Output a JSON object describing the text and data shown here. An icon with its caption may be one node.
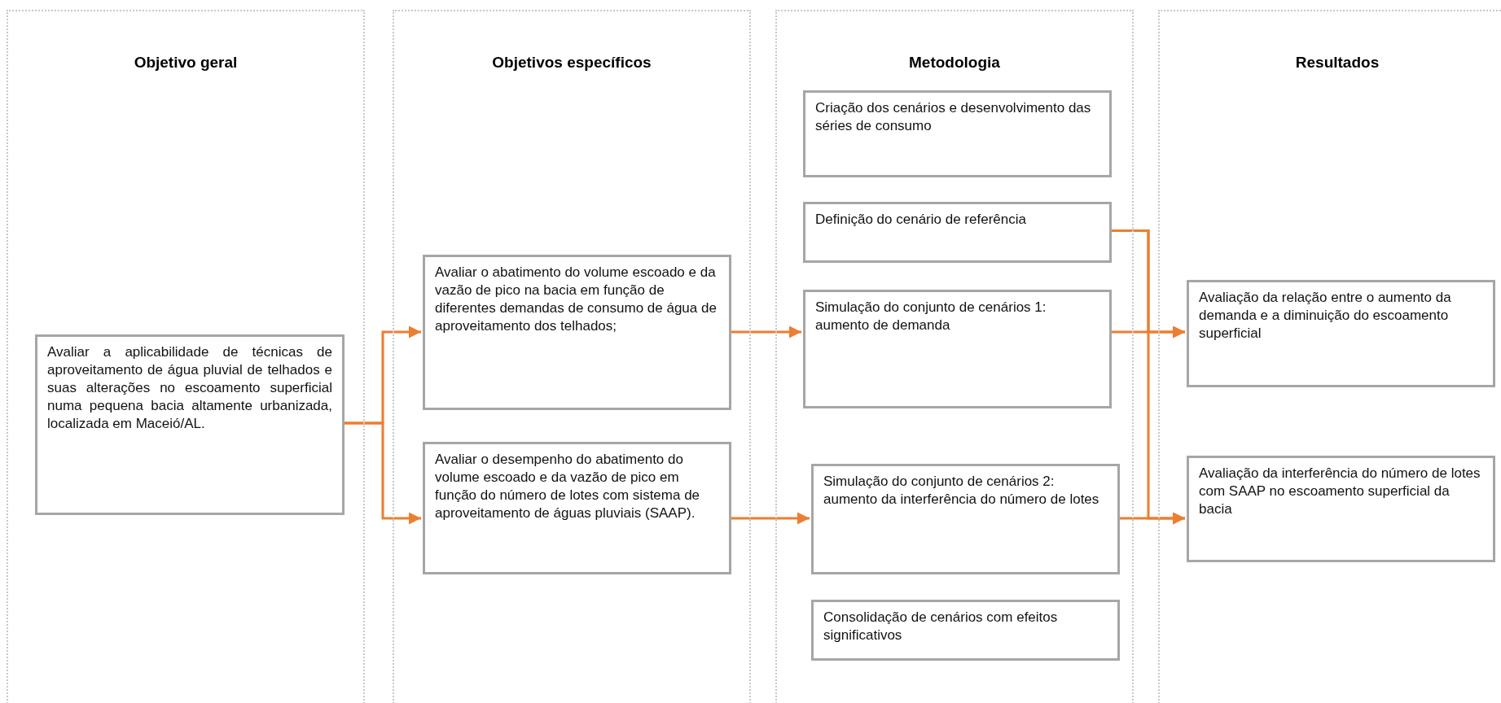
{
  "diagram": {
    "nodes": [
      {
        "text": [
          "Objetivo geral"
        ]
      },
      {
        "text": [
          "Objetivos específicos"
        ]
      },
      {
        "text": [
          "Metodologia"
        ]
      },
      {
        "text": [
          "Resultados"
        ]
      },
      {
        "text": [
          "Avaliar a aplicabilidade de técnicas de aproveitamento de água pluvial de telhados e suas alterações no escoamento superficial numa pequena bacia altamente urbanizada, localizada em Maceió/AL."
        ],
        "in": 0
      },
      {
        "text": [
          "Avaliar o abatimento do volume escoado e da vazão de pico na bacia em função de diferentes demandas de consumo de água de aproveitamento dos telhados;"
        ],
        "in": 1
      },
      {
        "text": [
          "Avaliar o desempenho do abatimento do volume escoado e da vazão de pico em função do número de lotes com sistema de aproveitamento de águas pluviais (SAAP)."
        ],
        "in": 1
      },
      {
        "text": [
          "Criação dos cenários e desenvolvimento das séries de consumo"
        ],
        "in": 2
      },
      {
        "text": [
          "Definição do cenário de referência"
        ],
        "in": 2
      },
      {
        "text": [
          "Simulação do conjunto de cenários 1: aumento de demanda"
        ],
        "in": 2
      },
      {
        "text": [
          "Simulação do conjunto de cenários 2: aumento da interferência do número de lotes"
        ],
        "in": 2
      },
      {
        "text": [
          "Consolidação de cenários com efeitos significativos"
        ],
        "in": 2
      },
      {
        "text": [
          "Avaliação da relação entre o aumento da demanda e a diminuição do escoamento superficial"
        ],
        "in": 3
      },
      {
        "text": [
          "Avaliação da interferência do número de lotes com SAAP no escoamento superficial da bacia"
        ],
        "in": 3
      }
    ],
    "edges": [
      {
        "from": 4,
        "to": 5,
        "arrow": "to"
      },
      {
        "from": 4,
        "to": 6,
        "arrow": "to"
      },
      {
        "from": 5,
        "to": 9,
        "arrow": "to"
      },
      {
        "from": 6,
        "to": 10,
        "arrow": "to"
      },
      {
        "from": 8,
        "to": 12,
        "arrow": "to"
      },
      {
        "from": 8,
        "to": 13,
        "arrow": "to"
      },
      {
        "from": 9,
        "to": 12,
        "arrow": "to"
      },
      {
        "from": 10,
        "to": 13,
        "arrow": "to"
      }
    ]
  }
}
